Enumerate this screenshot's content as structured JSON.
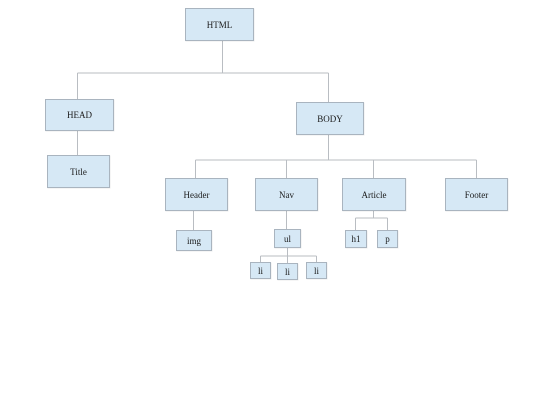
{
  "diagram": {
    "nodes": {
      "html": "HTML",
      "head": "HEAD",
      "body": "BODY",
      "title": "Title",
      "header": "Header",
      "nav": "Nav",
      "article": "Article",
      "footer": "Footer",
      "img": "img",
      "ul": "ul",
      "li1": "li",
      "li2": "li",
      "li3": "li",
      "h1": "h1",
      "p": "p"
    },
    "colors": {
      "node_fill": "#d6e8f5",
      "node_border": "#a9b4bf",
      "connector": "#b9bdc2"
    }
  }
}
